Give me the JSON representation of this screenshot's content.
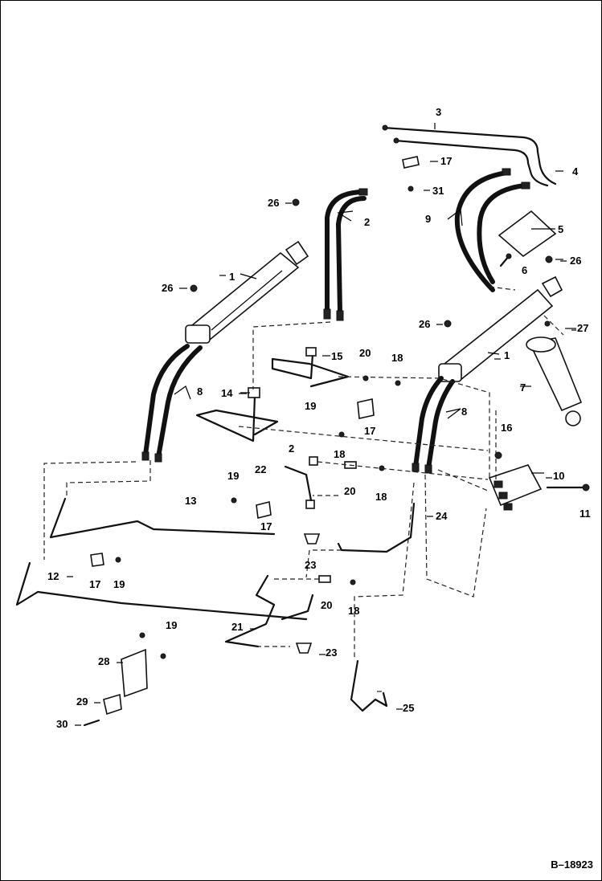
{
  "figure": {
    "figure_id": "B–18923"
  },
  "callouts": [
    {
      "key": "c1a",
      "label": "1"
    },
    {
      "key": "c1b",
      "label": "1"
    },
    {
      "key": "c2a",
      "label": "2"
    },
    {
      "key": "c2b",
      "label": "2"
    },
    {
      "key": "c3",
      "label": "3"
    },
    {
      "key": "c4",
      "label": "4"
    },
    {
      "key": "c5",
      "label": "5"
    },
    {
      "key": "c6",
      "label": "6"
    },
    {
      "key": "c7",
      "label": "7"
    },
    {
      "key": "c8a",
      "label": "8"
    },
    {
      "key": "c8b",
      "label": "8"
    },
    {
      "key": "c9",
      "label": "9"
    },
    {
      "key": "c10",
      "label": "10"
    },
    {
      "key": "c11",
      "label": "11"
    },
    {
      "key": "c12",
      "label": "12"
    },
    {
      "key": "c13",
      "label": "13"
    },
    {
      "key": "c14",
      "label": "14"
    },
    {
      "key": "c15",
      "label": "15"
    },
    {
      "key": "c16",
      "label": "16"
    },
    {
      "key": "c17a",
      "label": "17"
    },
    {
      "key": "c17b",
      "label": "17"
    },
    {
      "key": "c17c",
      "label": "17"
    },
    {
      "key": "c17d",
      "label": "17"
    },
    {
      "key": "c18a",
      "label": "18"
    },
    {
      "key": "c18b",
      "label": "18"
    },
    {
      "key": "c18c",
      "label": "18"
    },
    {
      "key": "c18d",
      "label": "18"
    },
    {
      "key": "c19a",
      "label": "19"
    },
    {
      "key": "c19b",
      "label": "19"
    },
    {
      "key": "c19c",
      "label": "19"
    },
    {
      "key": "c19d",
      "label": "19"
    },
    {
      "key": "c20a",
      "label": "20"
    },
    {
      "key": "c20b",
      "label": "20"
    },
    {
      "key": "c20c",
      "label": "20"
    },
    {
      "key": "c21",
      "label": "21"
    },
    {
      "key": "c22",
      "label": "22"
    },
    {
      "key": "c23a",
      "label": "23"
    },
    {
      "key": "c23b",
      "label": "23"
    },
    {
      "key": "c24",
      "label": "24"
    },
    {
      "key": "c25",
      "label": "25"
    },
    {
      "key": "c26a",
      "label": "26"
    },
    {
      "key": "c26b",
      "label": "26"
    },
    {
      "key": "c26c",
      "label": "26"
    },
    {
      "key": "c26d",
      "label": "26"
    },
    {
      "key": "c27",
      "label": "27"
    },
    {
      "key": "c28",
      "label": "28"
    },
    {
      "key": "c29",
      "label": "29"
    },
    {
      "key": "c30",
      "label": "30"
    },
    {
      "key": "c31",
      "label": "31"
    }
  ]
}
